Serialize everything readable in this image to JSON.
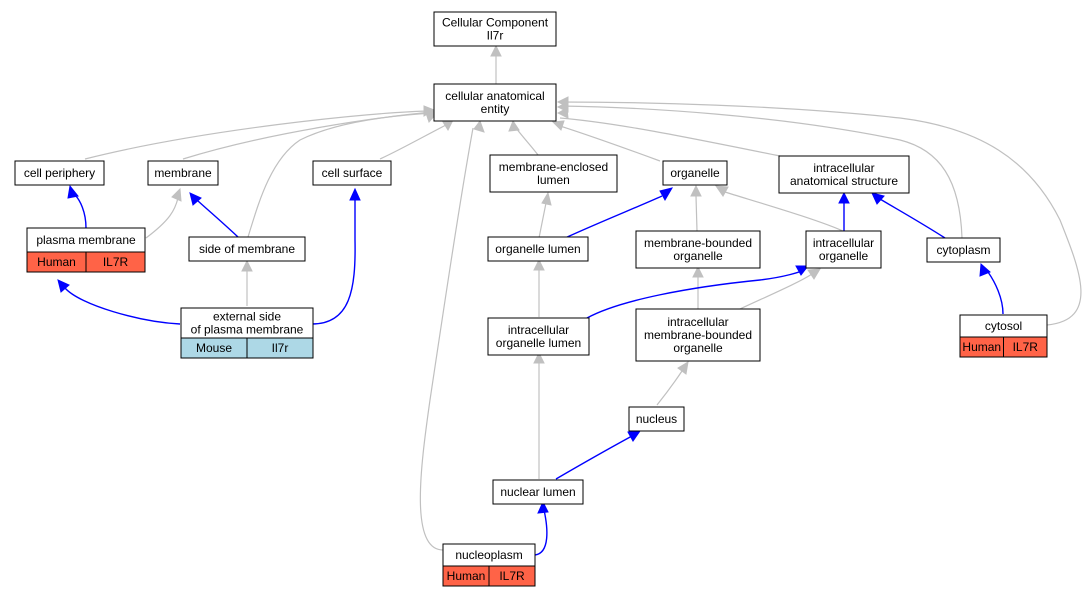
{
  "diagram": {
    "nodes": {
      "root": [
        "Cellular Component",
        "Il7r"
      ],
      "cae": [
        "cellular anatomical",
        "entity"
      ],
      "cellPeriphery": [
        "cell periphery"
      ],
      "membrane": [
        "membrane"
      ],
      "cellSurface": [
        "cell surface"
      ],
      "melumen": [
        "membrane-enclosed",
        "lumen"
      ],
      "organelle": [
        "organelle"
      ],
      "ias": [
        "intracellular",
        "anatomical structure"
      ],
      "plasmaMembrane": [
        "plasma membrane"
      ],
      "sideMembrane": [
        "side of membrane"
      ],
      "organelleLumen": [
        "organelle lumen"
      ],
      "mbOrganelle": [
        "membrane-bounded",
        "organelle"
      ],
      "intraOrganelle": [
        "intracellular",
        "organelle"
      ],
      "cytoplasm": [
        "cytoplasm"
      ],
      "extSide": [
        "external side",
        "of plasma membrane"
      ],
      "intraOrgLumen": [
        "intracellular",
        "organelle lumen"
      ],
      "imbOrganelle": [
        "intracellular",
        "membrane-bounded",
        "organelle"
      ],
      "cytosol": [
        "cytosol"
      ],
      "nucleus": [
        "nucleus"
      ],
      "nuclearLumen": [
        "nuclear lumen"
      ],
      "nucleoplasm": [
        "nucleoplasm"
      ]
    },
    "annotations": {
      "plasmaMembrane": [
        [
          "Human",
          "IL7R"
        ],
        "#ff6347"
      ],
      "extSide": [
        [
          "Mouse",
          "Il7r"
        ],
        "#add8e6"
      ],
      "cytosol": [
        [
          "Human",
          "IL7R"
        ],
        "#ff6347"
      ],
      "nucleoplasm": [
        [
          "Human",
          "IL7R"
        ],
        "#ff6347"
      ]
    },
    "edge_colors": {
      "is_a": "#c0c0c0",
      "part_of": "#0000ff"
    }
  }
}
